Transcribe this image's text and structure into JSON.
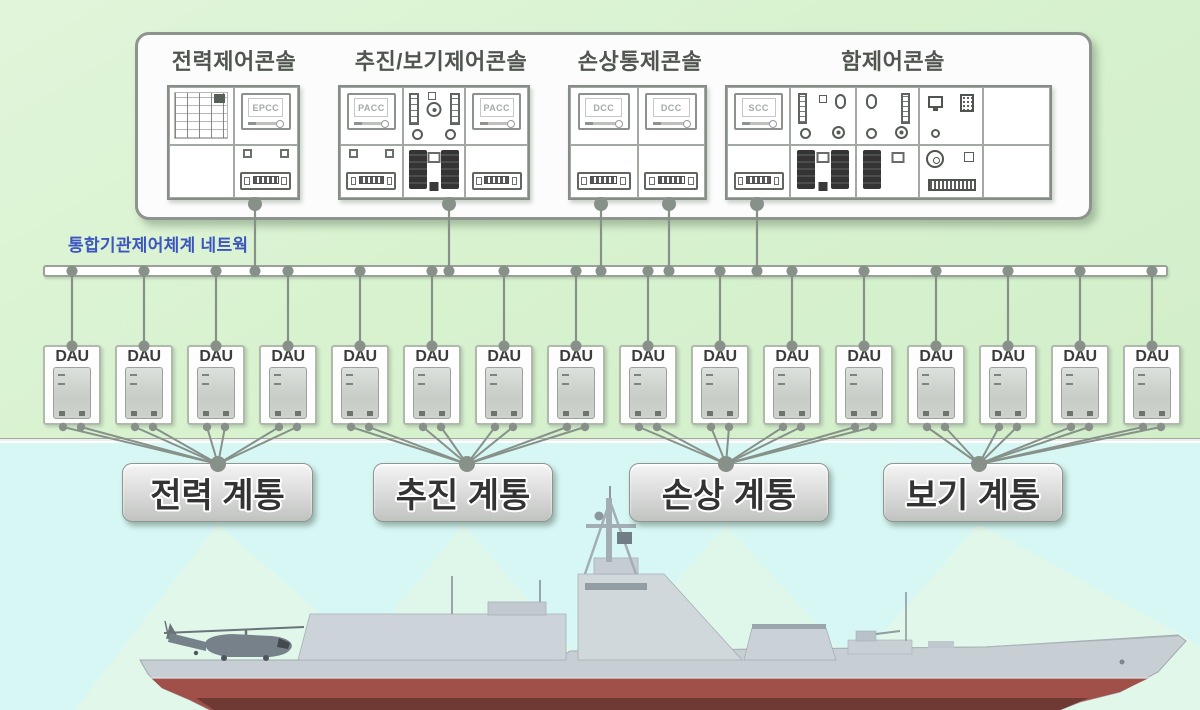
{
  "colors": {
    "bg_green": "#d8f2cf",
    "bg_cyan": "#d7f7f4",
    "network_label_blue": "#3c55c0",
    "connector_gray": "#87918a",
    "hull_red": "#a05048"
  },
  "consoles": [
    {
      "title": "전력제어콘솔",
      "screens": [
        "EPCC"
      ]
    },
    {
      "title": "추진/보기제어콘솔",
      "screens": [
        "PACC",
        "PACC"
      ]
    },
    {
      "title": "손상통제콘솔",
      "screens": [
        "DCC",
        "DCC"
      ]
    },
    {
      "title": "함제어콘솔",
      "screens": [
        "SCC"
      ]
    }
  ],
  "network": {
    "label": "통합기관제어체계 네트웍"
  },
  "dau": {
    "label": "DAU",
    "count": 16
  },
  "systems": [
    {
      "label": "전력 계통"
    },
    {
      "label": "추진 계통"
    },
    {
      "label": "손상 계통"
    },
    {
      "label": "보기 계통"
    }
  ]
}
